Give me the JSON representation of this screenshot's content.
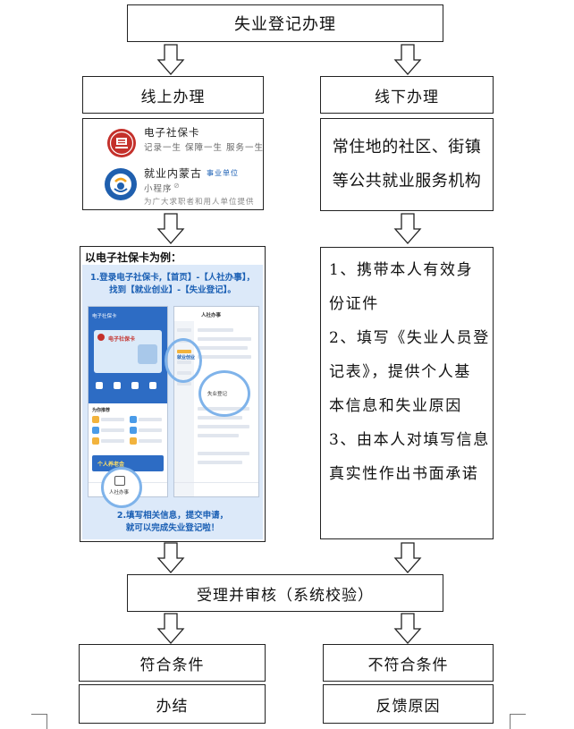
{
  "title": "失业登记办理",
  "online": {
    "header": "线上办理",
    "apps": [
      {
        "name": "电子社保卡",
        "subtitle": "记录一生 保障一生 服务一生",
        "icon": "social-security-card-logo"
      },
      {
        "name": "就业内蒙古",
        "badge": "事业单位",
        "type": "小程序",
        "desc": "为广大求职者和用人单位提供",
        "icon": "employment-inner-mongolia-logo"
      }
    ],
    "example_caption": "以电子社保卡为例：",
    "example": {
      "tip_top": [
        "1.登录电子社保卡,【首页】-【人社办事】，",
        "找到【就业创业】-【失业登记】。"
      ],
      "tip_bottom": [
        "2.填写相关信息，提交申请，",
        "就可以完成失业登记啦！"
      ],
      "screen_left": {
        "app_title": "电子社保卡",
        "card_label": "电子社保卡",
        "section": "为你推荐",
        "banner": "个人养老金",
        "nav_highlight": "人社办事"
      },
      "screen_right": {
        "title": "人社办事",
        "highlight_menu": "就业创业",
        "highlight_item": "失业登记"
      }
    }
  },
  "offline": {
    "header": "线下办理",
    "location": [
      "常住地的社区、街镇",
      "等公共就业服务机构"
    ],
    "steps": [
      "1、携带本人有效身",
      "份证件",
      "2、填写《失业人员登",
      "记表》，提供个人基",
      "本信息和失业原因",
      "3、由本人对填写信息",
      "真实性作出书面承诺"
    ]
  },
  "review": "受理并审核（系统校验）",
  "qualified": {
    "label": "符合条件",
    "result": "办结"
  },
  "unqualified": {
    "label": "不符合条件",
    "result": "反馈原因"
  },
  "colors": {
    "accent_blue": "#1a5fb4",
    "panel_bg": "#dce9f9",
    "highlight_ring": "#7fb3ea",
    "logo_red": "#c4302b"
  }
}
